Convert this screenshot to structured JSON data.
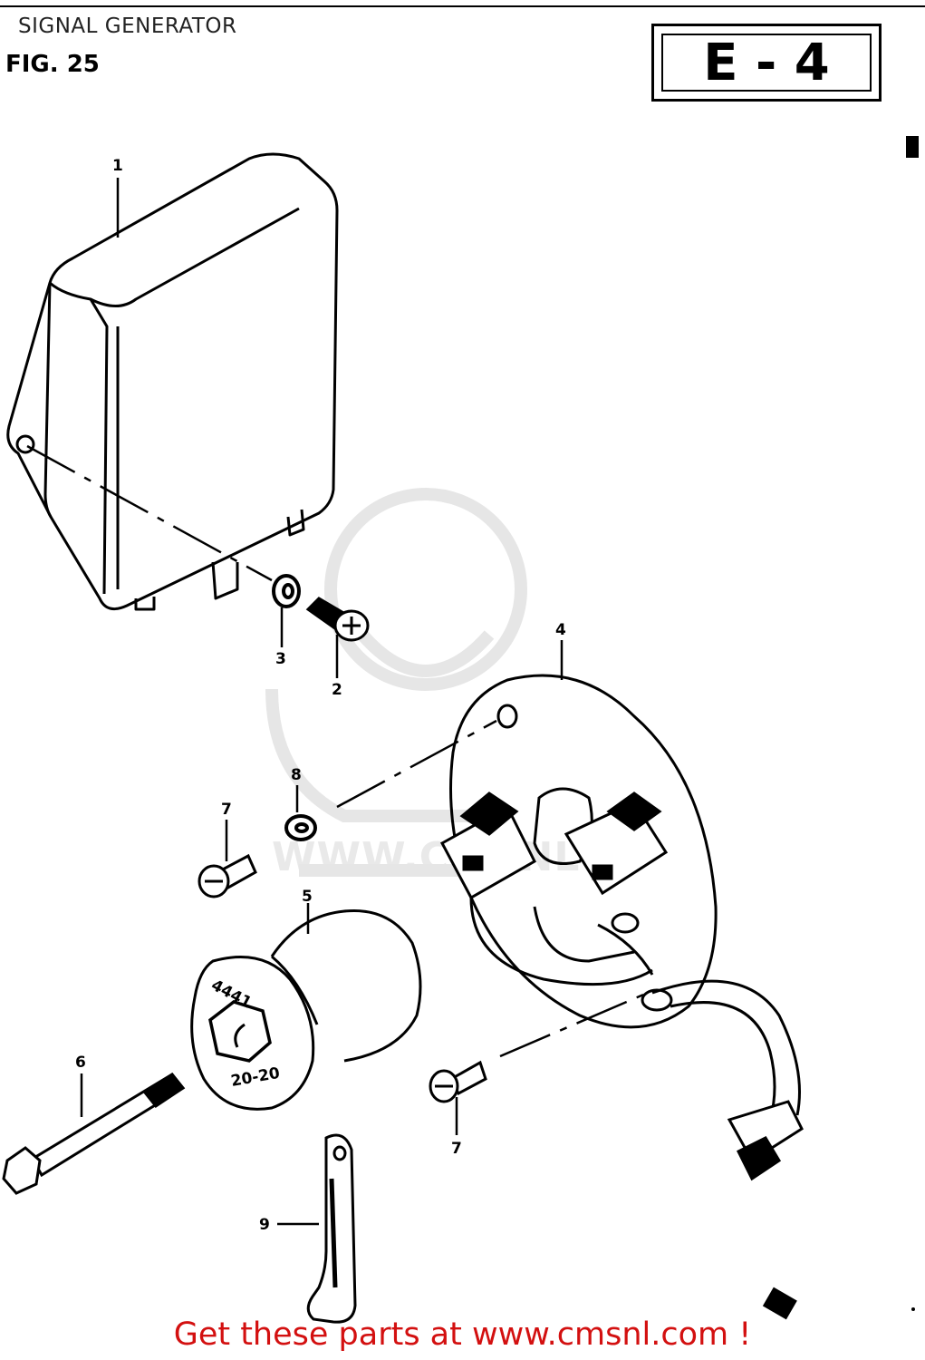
{
  "header": {
    "title": "SIGNAL GENERATOR",
    "figure": "FIG. 25",
    "section_code": "E - 4"
  },
  "callouts": {
    "c1": "1",
    "c2": "2",
    "c3": "3",
    "c4": "4",
    "c5": "5",
    "c6": "6",
    "c7a": "7",
    "c7b": "7",
    "c8": "8",
    "c9": "9"
  },
  "parts_marking": {
    "rotor_text_1": "4441",
    "rotor_text_2": "20-20"
  },
  "watermark": {
    "text": "WWW.CMSNL"
  },
  "footer": {
    "link_text": "Get these parts at www.cmsnl.com !"
  }
}
